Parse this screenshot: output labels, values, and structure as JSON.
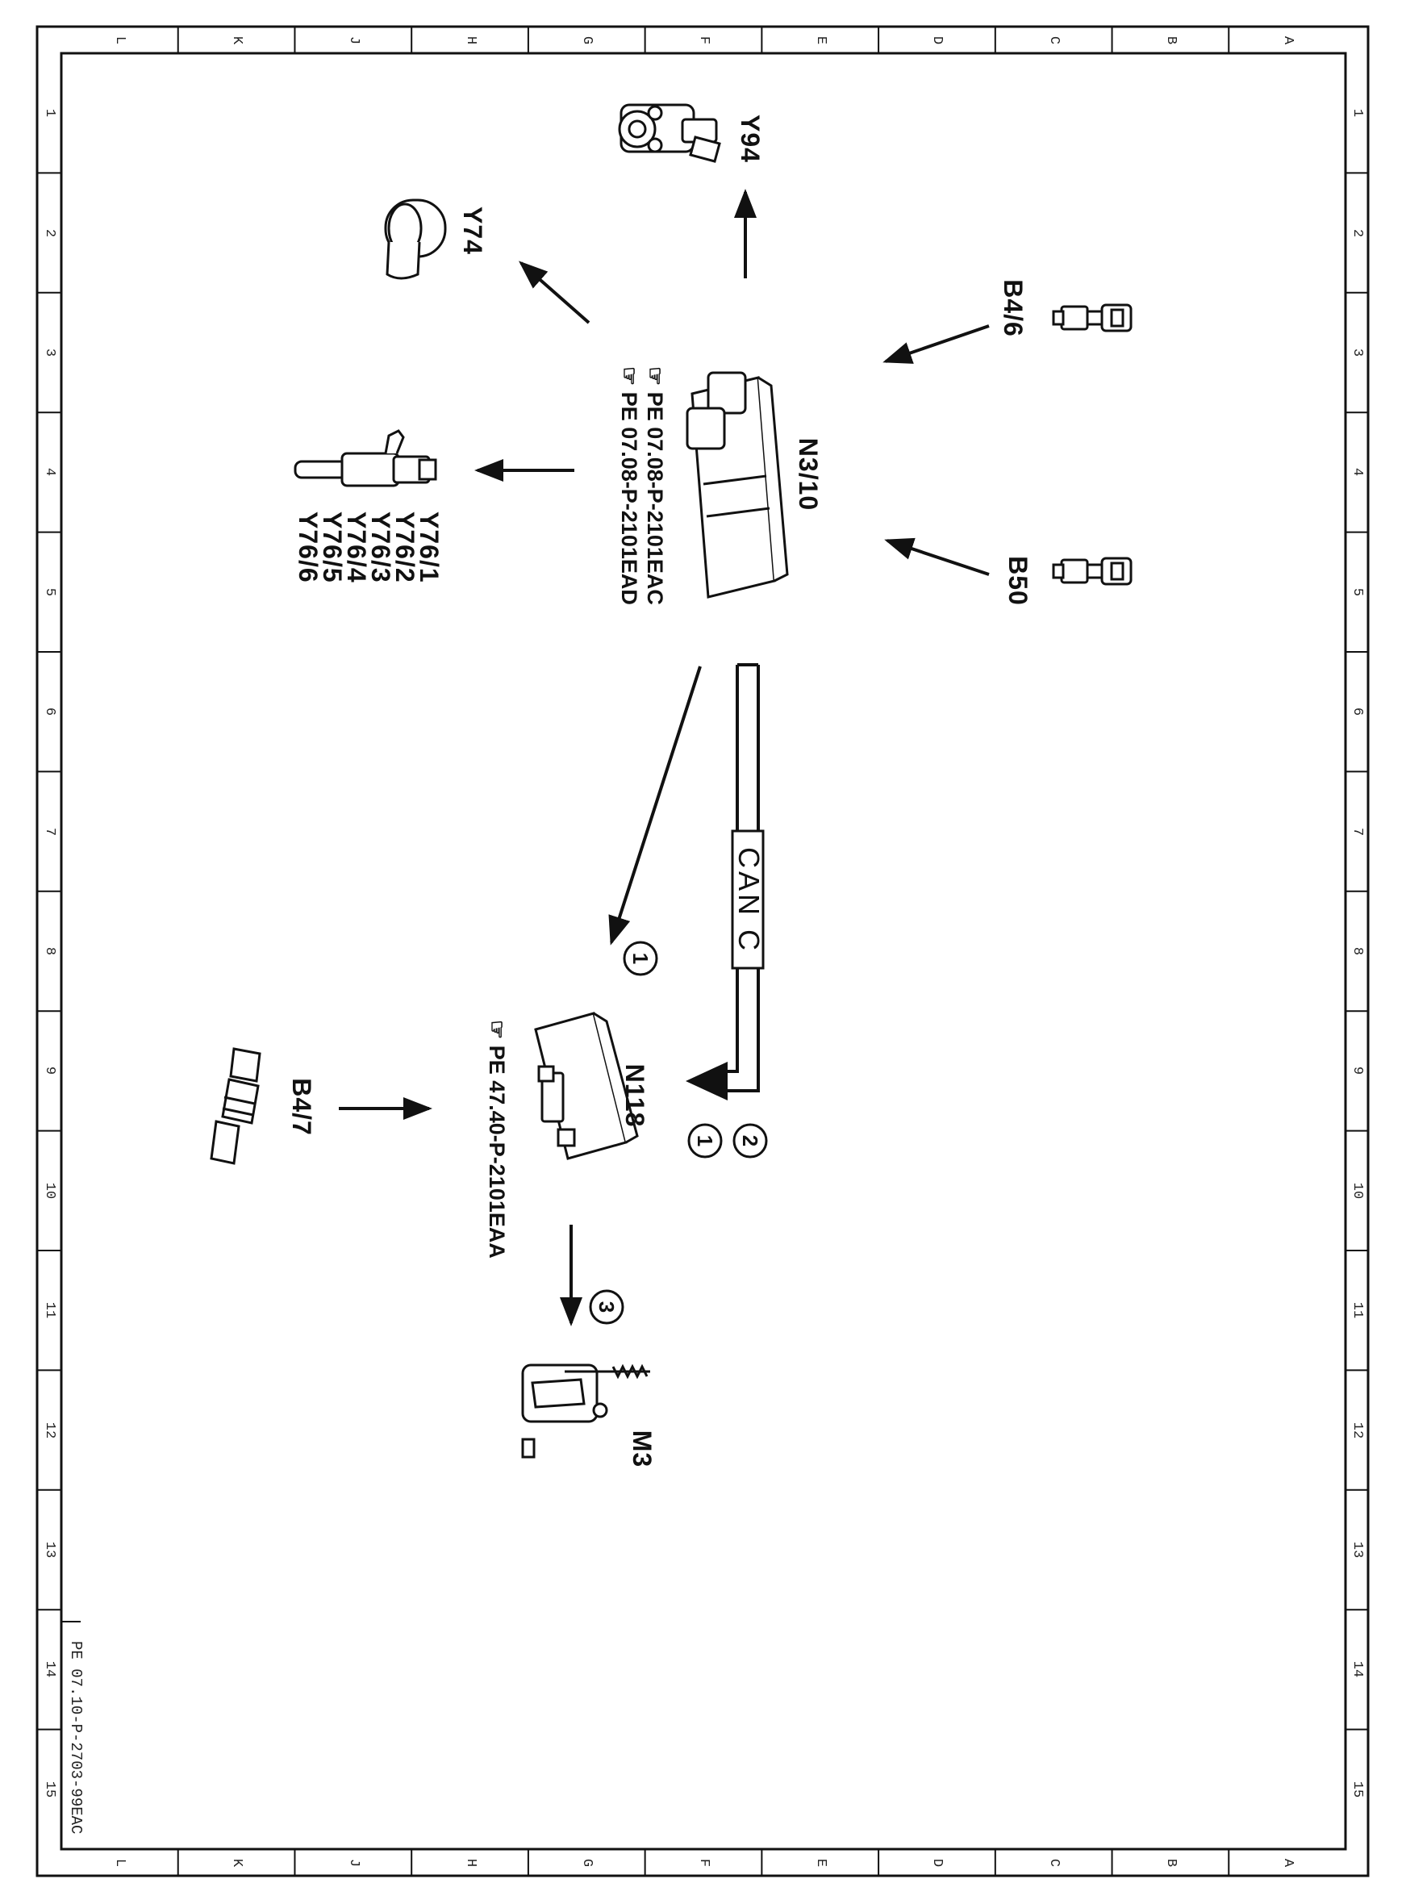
{
  "frame": {
    "column_letters": [
      "L",
      "K",
      "J",
      "H",
      "G",
      "F",
      "E",
      "D",
      "C",
      "B",
      "A"
    ],
    "row_numbers": [
      "1",
      "2",
      "3",
      "4",
      "5",
      "6",
      "7",
      "8",
      "9",
      "10",
      "11",
      "12",
      "13",
      "14",
      "15"
    ],
    "document_id": "PE 07.10-P-2703-99EAC"
  },
  "components": {
    "y94": "Y94",
    "y74": "Y74",
    "b46": "B4/6",
    "b50": "B50",
    "n310": "N3/10",
    "injectors": [
      "Y76/1",
      "Y76/2",
      "Y76/3",
      "Y76/4",
      "Y76/5",
      "Y76/6"
    ],
    "n118": "N118",
    "b47": "B4/7",
    "m3": "M3"
  },
  "references": {
    "n310_a": "PE 07.08-P-2101EAC",
    "n310_b": "PE 07.08-P-2101EAD",
    "n118": "PE 47.40-P-2101EAA"
  },
  "bus": {
    "label": "CAN C"
  },
  "markers": {
    "arrow_to_n118": "1",
    "can_marker_2": "2",
    "can_marker_1": "1",
    "pump_arrow": "3"
  },
  "colors": {
    "ink": "#111111",
    "paper": "#ffffff"
  }
}
